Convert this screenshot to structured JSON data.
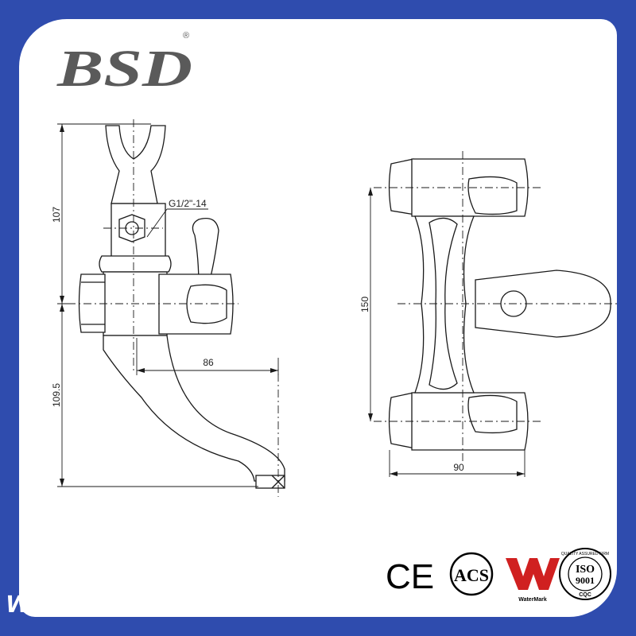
{
  "brand": {
    "logo_text": "BSD",
    "registered_mark": "®",
    "website": "www.bsdfaucets.com",
    "colors": {
      "background": "#2f4cae",
      "logo": "#5a5a5a"
    }
  },
  "side_view": {
    "dim_height_upper": "107",
    "dim_height_lower": "109.5",
    "dim_spout_reach": "86",
    "thread_label": "G1/2\"-14"
  },
  "front_view": {
    "dim_center_distance": "150",
    "dim_width": "90"
  },
  "certifications": {
    "ce": "CE",
    "acs": "ACS",
    "watermark_label": "WaterMark",
    "iso_main": "ISO",
    "iso_number": "9001",
    "iso_ring_text": "QUALITY ASSURED FIRM",
    "iso_sub": "CQC"
  }
}
